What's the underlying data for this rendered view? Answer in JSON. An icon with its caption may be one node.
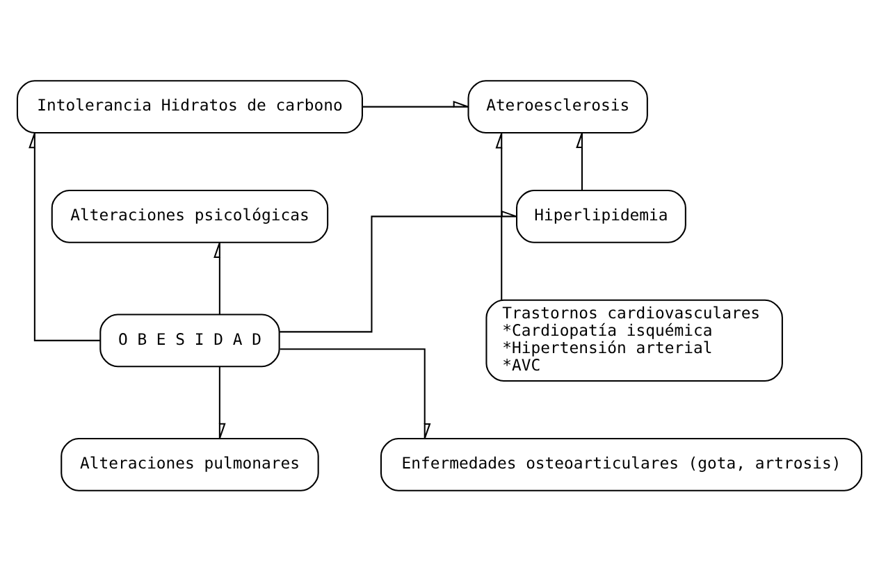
{
  "diagram": {
    "nodes": [
      {
        "text": [
          "Intolerancia Hidratos de carbono"
        ]
      },
      {
        "text": [
          "Ateroesclerosis"
        ]
      },
      {
        "text": [
          "Alteraciones psicológicas"
        ]
      },
      {
        "text": [
          "Hiperlipidemia"
        ]
      },
      {
        "text": [
          "O B E S I D A D"
        ]
      },
      {
        "text": [
          "Trastornos cardiovasculares",
          "*Cardiopatía isquémica",
          "*Hipertensión arterial",
          "*AVC"
        ]
      },
      {
        "text": [
          "Alteraciones pulmonares"
        ]
      },
      {
        "text": [
          "Enfermedades osteoarticulares (gota, artrosis)"
        ]
      }
    ],
    "edges": [
      {
        "from": 0,
        "to": 1,
        "arrow": "to"
      },
      {
        "from": 4,
        "to": 0,
        "arrow": "to"
      },
      {
        "from": 4,
        "to": 2,
        "arrow": "to"
      },
      {
        "from": 4,
        "to": 3,
        "arrow": "to"
      },
      {
        "from": 3,
        "to": 1,
        "arrow": "to"
      },
      {
        "from": 5,
        "to": 1,
        "arrow": "to"
      },
      {
        "from": 4,
        "to": 6,
        "arrow": "to"
      },
      {
        "from": 4,
        "to": 7,
        "arrow": "to"
      }
    ]
  }
}
